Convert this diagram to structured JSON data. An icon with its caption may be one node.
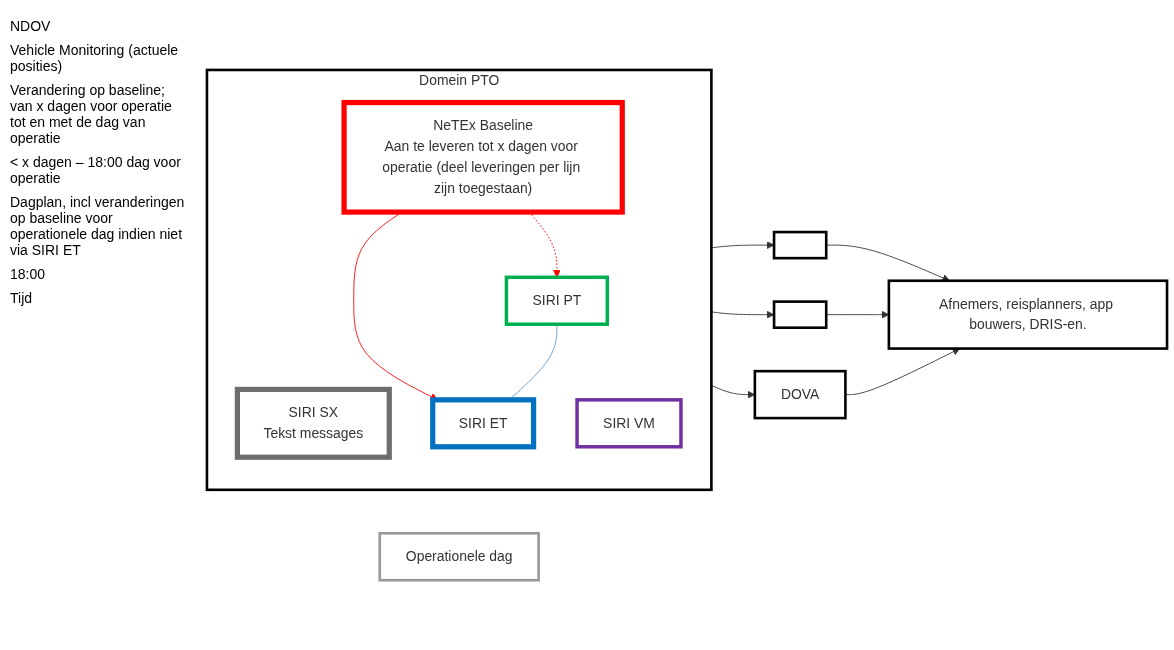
{
  "diagram": {
    "nodes": [
      {
        "text": [
          "Domein PTO"
        ]
      },
      {
        "text": [
          "SIRI SX",
          "Tekst messages"
        ],
        "in": 0
      },
      {
        "text": [
          "SIRI VM"
        ],
        "in": 0
      },
      {
        "text": [
          "SIRI ET"
        ],
        "in": 0
      },
      {
        "text": [
          "SIRI PT"
        ],
        "in": 0
      },
      {
        "text": [
          "NeTEx Baseline",
          "Aan te leveren tot x dagen voor operatie (deel leveringen per lijn zijn toegestaan)"
        ],
        "in": 0
      },
      {
        "text": [],
        "shape": "box"
      },
      {
        "text": [],
        "shape": "box"
      },
      {
        "text": [
          "DOVA"
        ]
      },
      {
        "text": [
          "Afnemers, reisplanners, app bouwers, DRIS-en."
        ]
      },
      {
        "text": [
          "Operationele dag"
        ]
      }
    ],
    "edges": [
      {
        "from": 5,
        "to": 3,
        "arrow": "to",
        "color": "#ff0000"
      },
      {
        "from": 5,
        "to": 4,
        "arrow": "to",
        "style": "dashed",
        "color": "#ff0000"
      },
      {
        "from": 4,
        "to": 3,
        "arrow": "none",
        "color": "#5b9bd5"
      },
      {
        "from": 0,
        "to": 6,
        "arrow": "to"
      },
      {
        "from": 0,
        "to": 7,
        "arrow": "to"
      },
      {
        "from": 0,
        "to": 8,
        "arrow": "to"
      },
      {
        "from": 6,
        "to": 9,
        "arrow": "to"
      },
      {
        "from": 7,
        "to": 9,
        "arrow": "to"
      },
      {
        "from": 8,
        "to": 9,
        "arrow": "to"
      }
    ],
    "labels": [
      "NDOV",
      "Vehicle Monitoring (actuele posities)",
      "Verandering op baseline; van x dagen voor operatie tot en met de dag van operatie",
      "< x dagen – 18:00 dag voor operatie",
      "Dagplan, incl veranderingen op baseline voor operationele dag indien niet via SIRI ET",
      "18:00",
      "Tijd"
    ]
  }
}
